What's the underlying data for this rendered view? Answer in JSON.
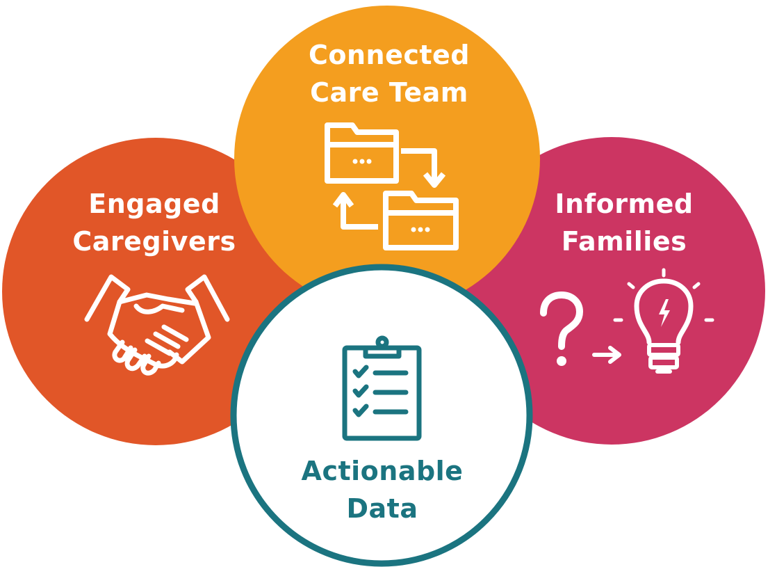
{
  "colors": {
    "engaged": "#e15628",
    "connected": "#f49e1f",
    "informed": "#cc3562",
    "actionable_ring": "#1b7480",
    "icon_light": "#ffffff",
    "icon_dark": "#1b7480"
  },
  "circles": {
    "engaged": {
      "line1": "Engaged",
      "line2": "Caregivers",
      "icon": "handshake-icon"
    },
    "connected": {
      "line1": "Connected",
      "line2": "Care Team",
      "icon": "folder-exchange-icon"
    },
    "informed": {
      "line1": "Informed",
      "line2": "Families",
      "icon": "question-to-lightbulb-icon"
    },
    "actionable": {
      "line1": "Actionable",
      "line2": "Data",
      "icon": "clipboard-checklist-icon"
    }
  }
}
